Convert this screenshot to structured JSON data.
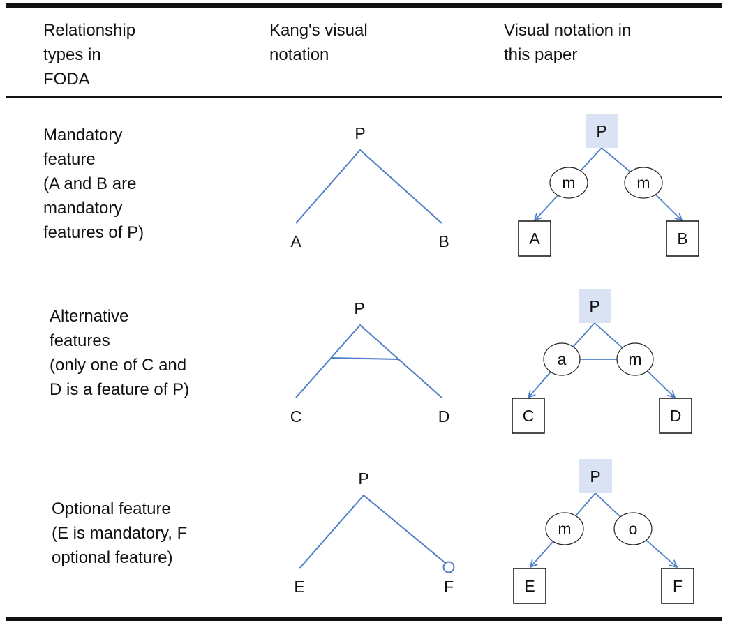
{
  "headers": {
    "col1": [
      "Relationship",
      "types in",
      "FODA"
    ],
    "col2": [
      "Kang's visual",
      "notation"
    ],
    "col3": [
      "Visual notation in",
      "this paper"
    ]
  },
  "rows": [
    {
      "description": [
        "Mandatory",
        "feature",
        "(A and B are",
        "mandatory",
        "features of P)"
      ],
      "kang": {
        "parent": "P",
        "left": "A",
        "right": "B"
      },
      "paper": {
        "parent": "P",
        "left_rel": "m",
        "right_rel": "m",
        "left": "A",
        "right": "B"
      }
    },
    {
      "description": [
        "Alternative",
        "features",
        "(only one of C and",
        "D is a feature of P)"
      ],
      "kang": {
        "parent": "P",
        "left": "C",
        "right": "D"
      },
      "paper": {
        "parent": "P",
        "left_rel": "a",
        "right_rel": "m",
        "left": "C",
        "right": "D"
      }
    },
    {
      "description": [
        "Optional feature",
        "(E is mandatory, F",
        "optional feature)"
      ],
      "kang": {
        "parent": "P",
        "left": "E",
        "right": "F"
      },
      "paper": {
        "parent": "P",
        "left_rel": "m",
        "right_rel": "o",
        "left": "E",
        "right": "F"
      }
    }
  ],
  "colors": {
    "line": "#4f7ec8",
    "parent_fill": "#dae3f3",
    "rule": "#111111"
  }
}
